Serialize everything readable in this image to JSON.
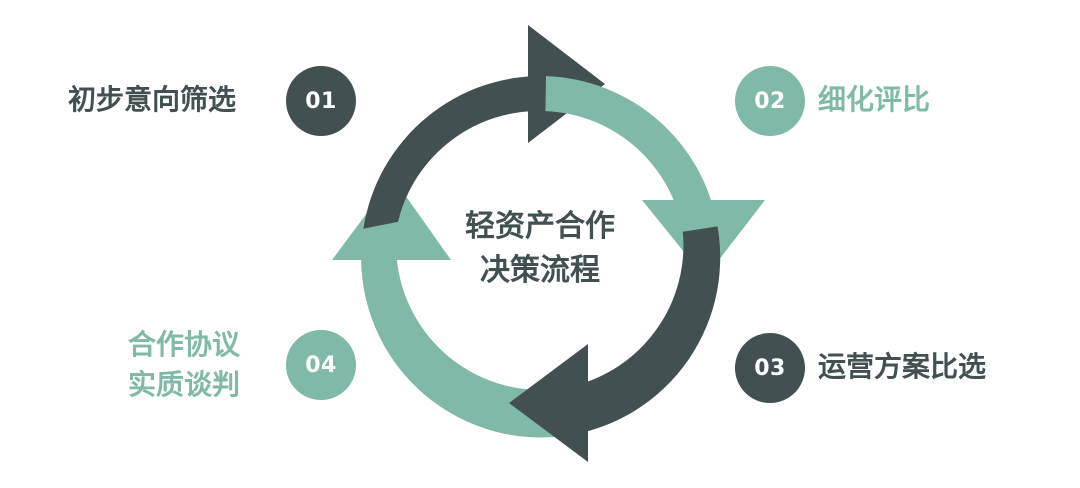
{
  "center": {
    "line1": "轻资产合作",
    "line2": "决策流程"
  },
  "steps": [
    {
      "number": "01",
      "label": "初步意向筛选"
    },
    {
      "number": "02",
      "label": "细化评比"
    },
    {
      "number": "03",
      "label": "运营方案比选"
    },
    {
      "number": "04",
      "label_line1": "合作协议",
      "label_line2": "实质谈判"
    }
  ],
  "colors": {
    "dark": "#435052",
    "green": "#80b9a8"
  },
  "icons": [
    "clockwise-cycle-arrows"
  ]
}
